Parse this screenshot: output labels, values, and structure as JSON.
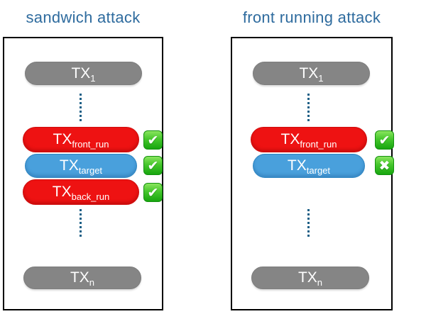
{
  "colors": {
    "title_blue": "#2e6b9e",
    "attacker_red": "#ee1212",
    "target_blue": "#49a0dc",
    "neutral_gray": "#858585",
    "dots_blue": "#1c5f86",
    "status_green": "#2fb81e",
    "box_border": "#000000",
    "pill_text": "#ffffff"
  },
  "icons": {
    "check": "✔",
    "cross": "✖"
  },
  "panels": [
    {
      "title": "sandwich attack",
      "transactions": [
        {
          "base": "TX",
          "sub": "1",
          "color": "gray",
          "status": null
        },
        {
          "base": "TX",
          "sub": "front_run",
          "color": "red",
          "status": "check"
        },
        {
          "base": "TX",
          "sub": "target",
          "color": "blue",
          "status": "check"
        },
        {
          "base": "TX",
          "sub": "back_run",
          "color": "red",
          "status": "check"
        },
        {
          "base": "TX",
          "sub": "n",
          "color": "gray",
          "status": null
        }
      ]
    },
    {
      "title": "front running attack",
      "transactions": [
        {
          "base": "TX",
          "sub": "1",
          "color": "gray",
          "status": null
        },
        {
          "base": "TX",
          "sub": "front_run",
          "color": "red",
          "status": "check"
        },
        {
          "base": "TX",
          "sub": "target",
          "color": "blue",
          "status": "cross"
        },
        {
          "base": "TX",
          "sub": "n",
          "color": "gray",
          "status": null
        }
      ]
    }
  ]
}
